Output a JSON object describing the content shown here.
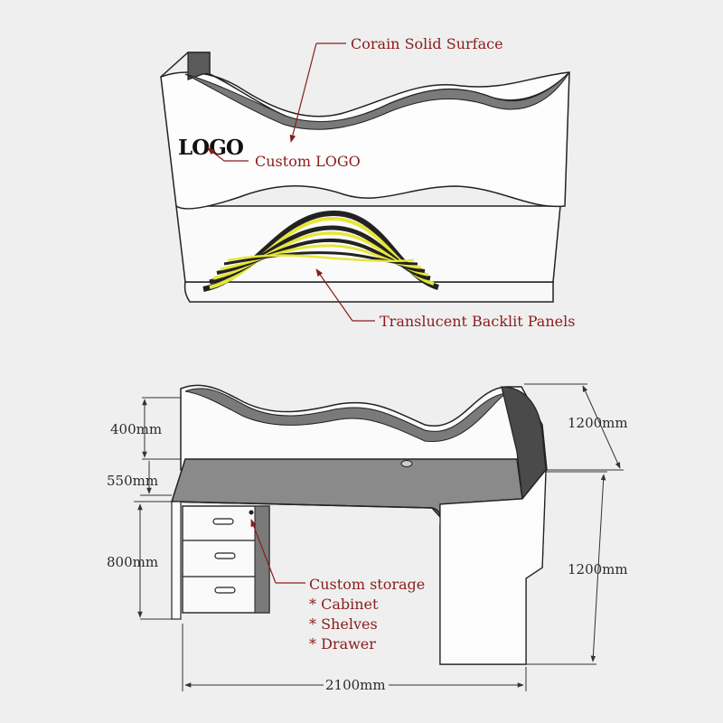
{
  "top_view": {
    "logo_text": "LOGO",
    "callouts": {
      "surface": "Corain Solid Surface",
      "logo": "Custom LOGO",
      "panels": "Translucent Backlit Panels"
    },
    "colors": {
      "panel": "#e6e63a",
      "callout": "#8a1c1c"
    }
  },
  "plan_view": {
    "dimensions": {
      "top_height": "400mm",
      "counter_height": "550mm",
      "cabinet_height": "800mm",
      "upper_right": "1200mm",
      "lower_right": "1200mm",
      "width": "2100mm"
    },
    "storage": {
      "title": "Custom storage",
      "items": [
        "* Cabinet",
        "* Shelves",
        "* Drawer"
      ]
    }
  }
}
